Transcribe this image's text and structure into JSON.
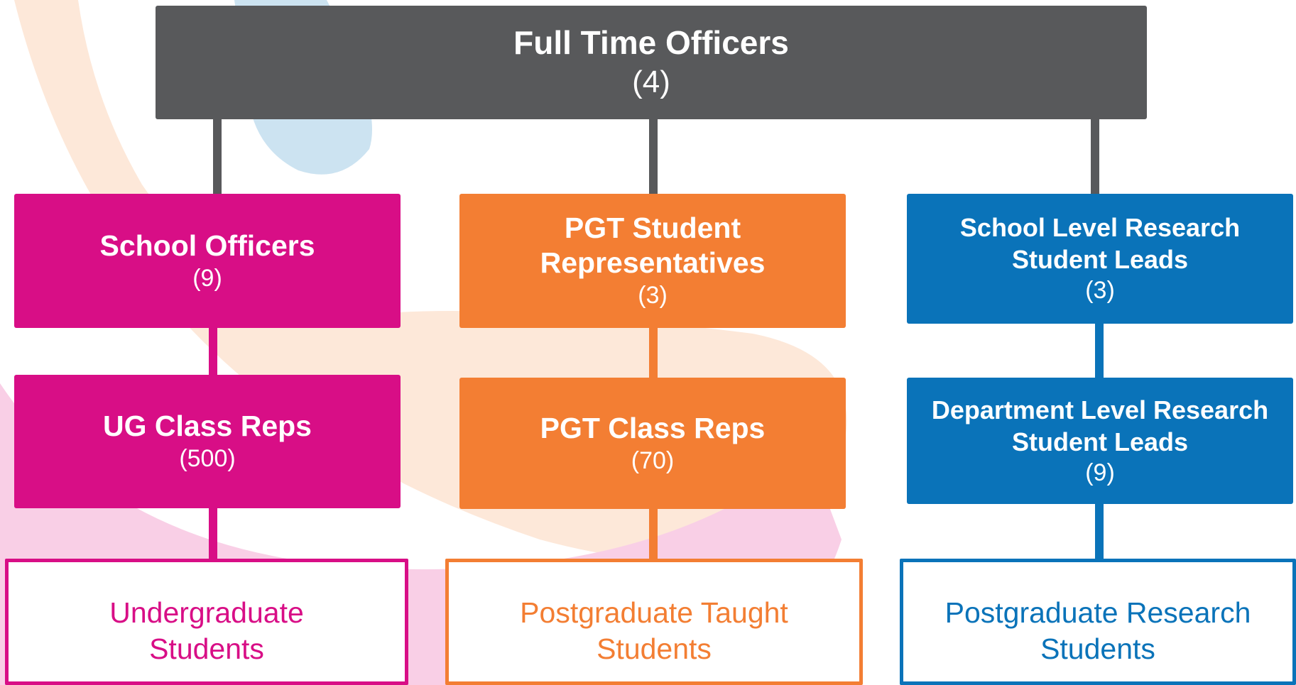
{
  "colors": {
    "gray": "#58595b",
    "pink": "#d80e86",
    "orange": "#f37e33",
    "blue": "#0a73b9",
    "bg_peach": "#fde8d9",
    "bg_pink": "#f9cfe6",
    "bg_lightblue": "#cce3f1"
  },
  "top": {
    "title": "Full Time Officers",
    "count": "(4)"
  },
  "columns": [
    {
      "color": "pink",
      "tier1": {
        "title": "School Officers",
        "count": "(9)"
      },
      "tier2": {
        "title": "UG Class Reps",
        "count": "(500)"
      },
      "group": {
        "line1": "Undergraduate",
        "line2": "Students"
      }
    },
    {
      "color": "orange",
      "tier1": {
        "title_line1": "PGT Student",
        "title_line2": "Representatives",
        "count": "(3)"
      },
      "tier2": {
        "title": "PGT Class Reps",
        "count": "(70)"
      },
      "group": {
        "line1": "Postgraduate Taught",
        "line2": "Students"
      }
    },
    {
      "color": "blue",
      "tier1": {
        "title_line1": "School Level Research",
        "title_line2": "Student Leads",
        "count": "(3)"
      },
      "tier2": {
        "title_line1": "Department Level Research",
        "title_line2": "Student Leads",
        "count": "(9)"
      },
      "group": {
        "line1": "Postgraduate Research",
        "line2": "Students"
      }
    }
  ]
}
